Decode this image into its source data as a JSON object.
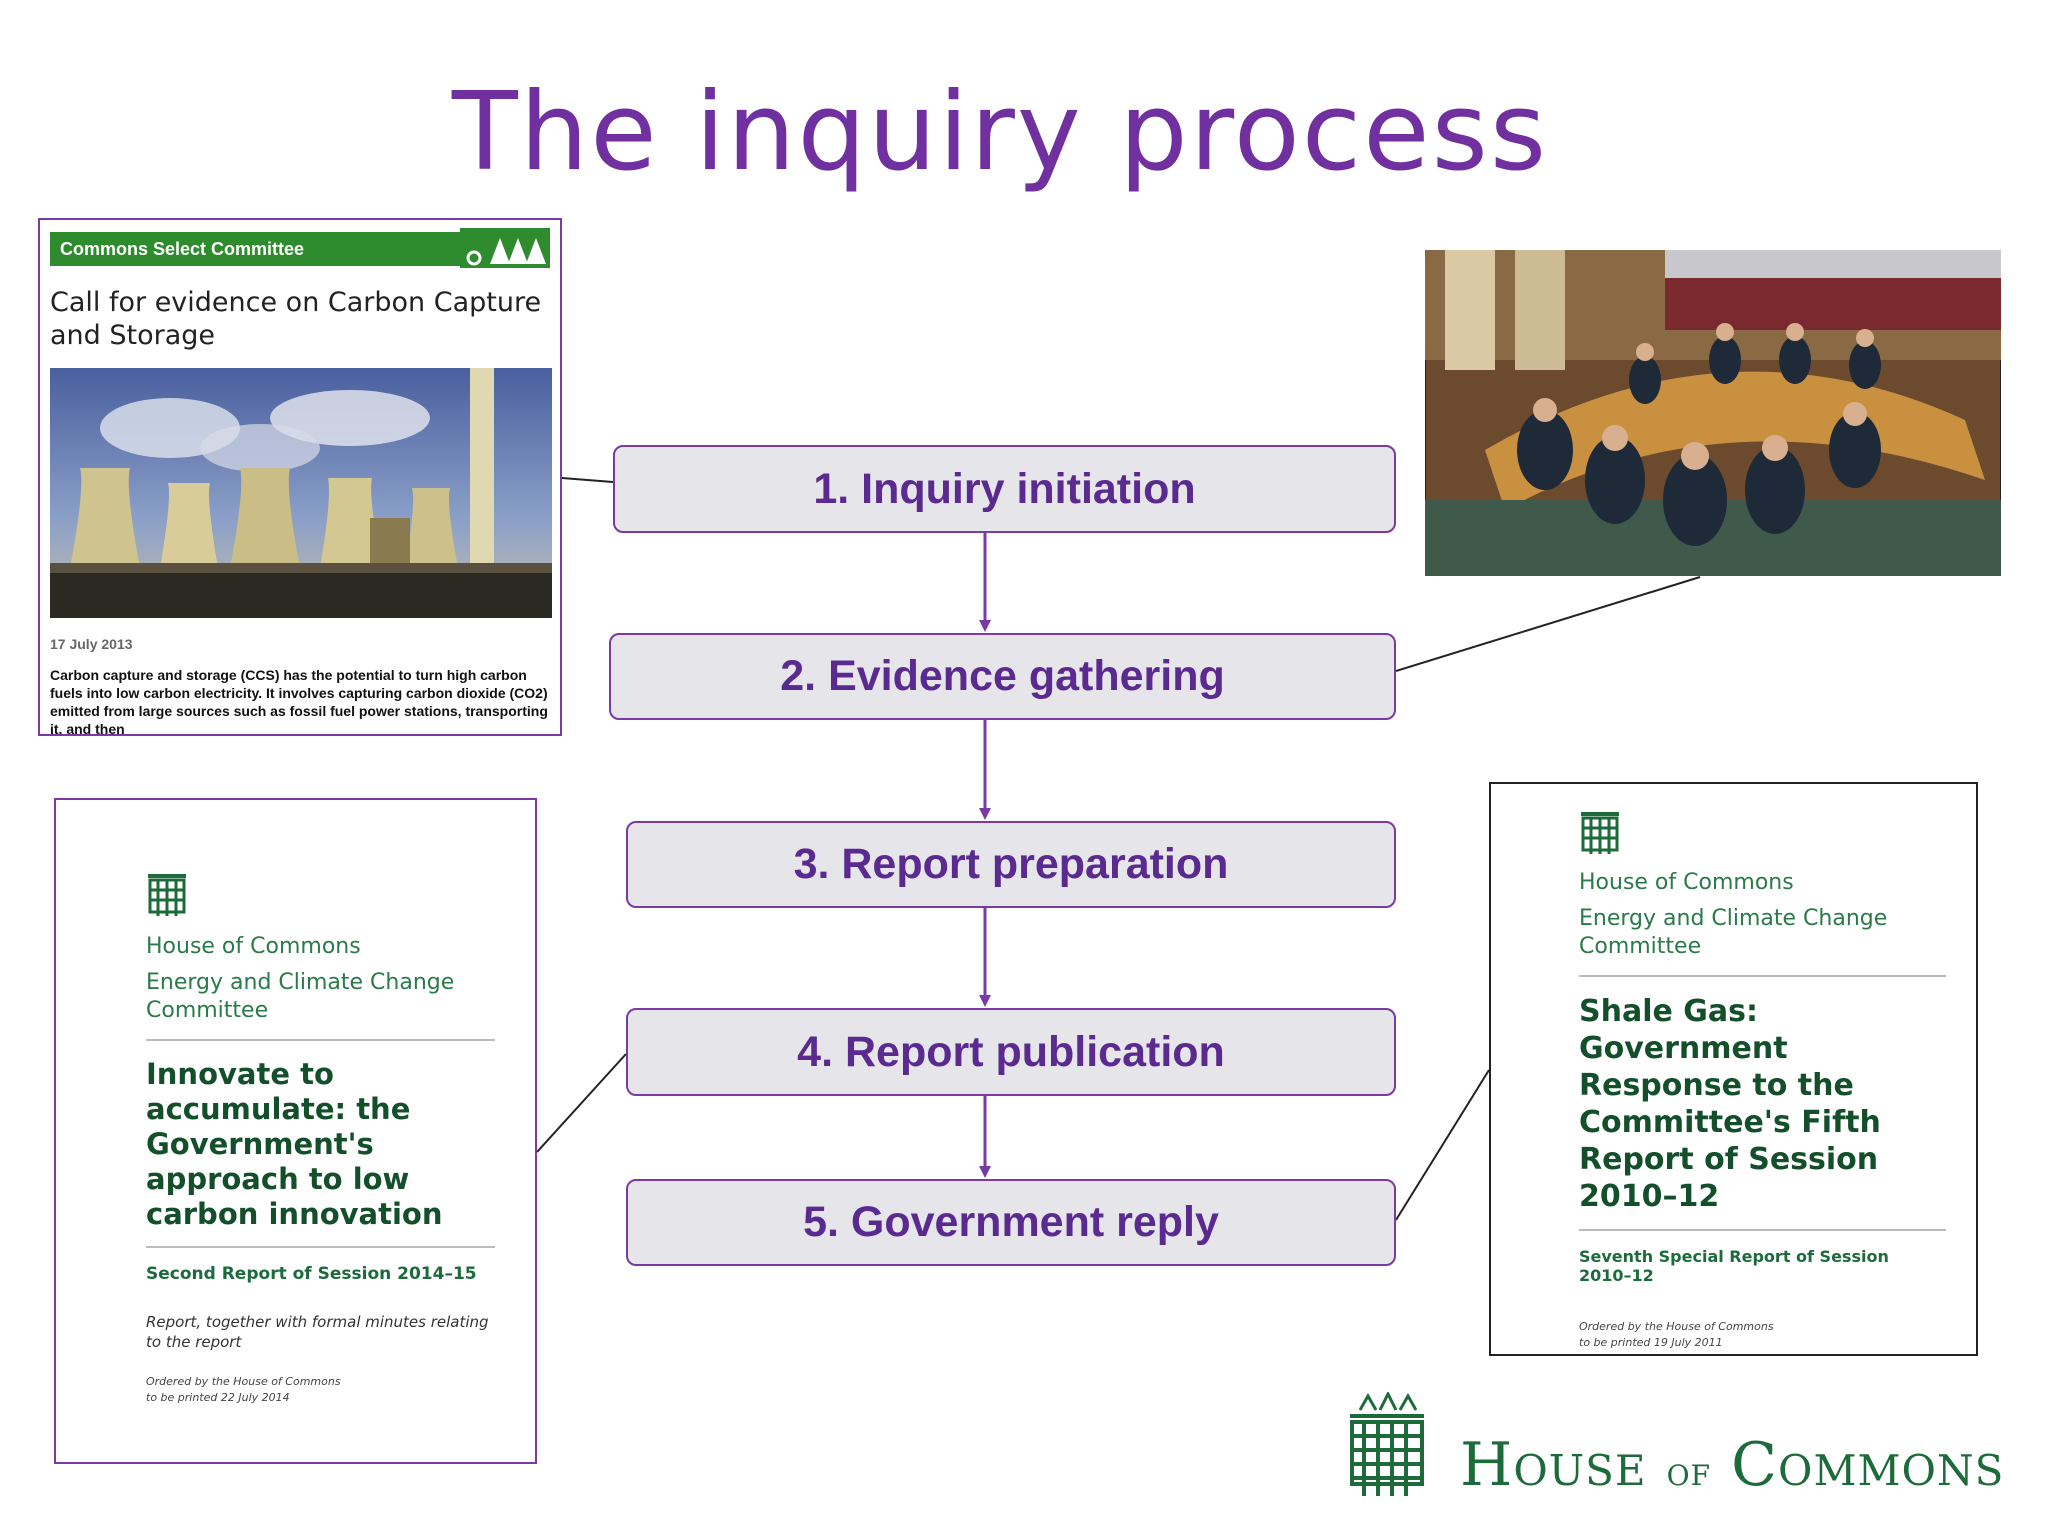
{
  "slide": {
    "title": "The inquiry process"
  },
  "steps": [
    {
      "label": "1. Inquiry initiation"
    },
    {
      "label": "2. Evidence gathering"
    },
    {
      "label": "3. Report preparation"
    },
    {
      "label": "4. Report publication"
    },
    {
      "label": "5. Government reply"
    }
  ],
  "call_for_evidence": {
    "banner": "Commons Select Committee",
    "heading": "Call for evidence on Carbon Capture and Storage",
    "date": "17 July 2013",
    "body": "Carbon capture and storage (CCS) has the potential to turn high carbon fuels into low carbon electricity. It involves capturing carbon dioxide (CO2) emitted from large sources such as fossil fuel power stations, transporting it, and then"
  },
  "report_doc": {
    "house": "House of Commons",
    "committee": "Energy and Climate Change Committee",
    "title": "Innovate to accumulate: the Government's approach to low carbon innovation",
    "session": "Second Report of Session 2014–15",
    "note": "Report, together with formal minutes relating to the report",
    "ordered_line1": "Ordered by the House of Commons",
    "ordered_line2": "to be printed 22 July 2014"
  },
  "reply_doc": {
    "house": "House of Commons",
    "committee": "Energy and Climate Change Committee",
    "title": "Shale Gas: Government Response to the Committee's Fifth Report of Session 2010–12",
    "session": "Seventh Special Report of Session 2010–12",
    "ordered_line1": "Ordered by the House of Commons",
    "ordered_line2": "to be printed 19 July 2011"
  },
  "logo": {
    "text_house": "House",
    "text_of": "of",
    "text_commons": "Commons"
  },
  "colors": {
    "title": "#7030a0",
    "step_border": "#7a3aa5",
    "step_fill": "#e6e6ea",
    "commons_green": "#1d6b3a"
  }
}
